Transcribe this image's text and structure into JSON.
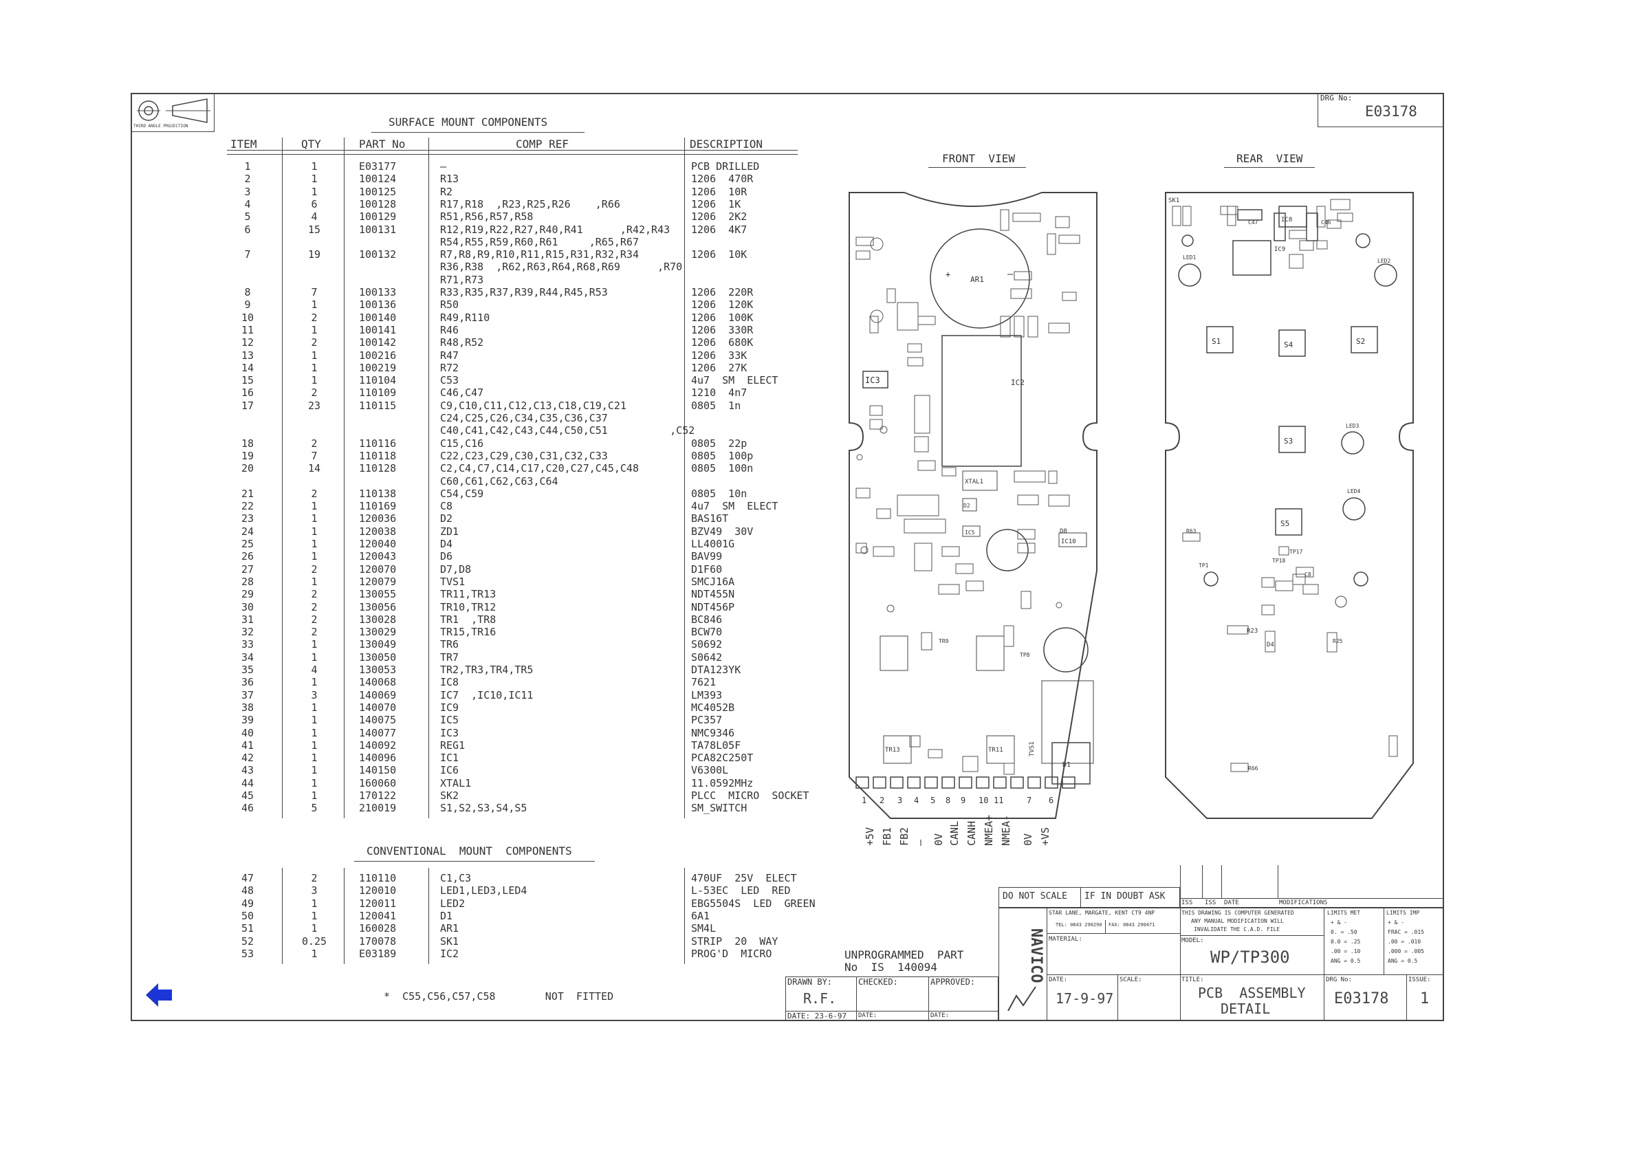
{
  "projection_label": "THIRD ANGLE PROJECTION",
  "drawing_no_label": "DRG No:",
  "drawing_no": "E03178",
  "smt_title": "SURFACE MOUNT COMPONENTS",
  "columns": [
    "ITEM",
    "QTY",
    "PART No",
    "COMP REF",
    "DESCRIPTION"
  ],
  "smt_rows": [
    [
      "1",
      "1",
      "E03177",
      [
        "—"
      ],
      [
        "PCB DRILLED"
      ]
    ],
    [
      "2",
      "1",
      "100124",
      [
        "R13"
      ],
      [
        "1206  470R"
      ]
    ],
    [
      "3",
      "1",
      "100125",
      [
        "R2"
      ],
      [
        "1206  10R"
      ]
    ],
    [
      "4",
      "6",
      "100128",
      [
        "R17,R18  ,R23,R25,R26    ,R66"
      ],
      [
        "1206  1K"
      ]
    ],
    [
      "5",
      "4",
      "100129",
      [
        "R51,R56,R57,R58"
      ],
      [
        "1206  2K2"
      ]
    ],
    [
      "6",
      "15",
      "100131",
      [
        "R12,R19,R22,R27,R40,R41      ,R42,R43",
        "R54,R55,R59,R60,R61     ,R65,R67"
      ],
      [
        "1206  4K7"
      ]
    ],
    [
      "7",
      "19",
      "100132",
      [
        "R7,R8,R9,R10,R11,R15,R31,R32,R34",
        "R36,R38  ,R62,R63,R64,R68,R69      ,R70",
        "R71,R73"
      ],
      [
        "1206  10K"
      ]
    ],
    [
      "8",
      "7",
      "100133",
      [
        "R33,R35,R37,R39,R44,R45,R53"
      ],
      [
        "1206  220R"
      ]
    ],
    [
      "9",
      "1",
      "100136",
      [
        "R50"
      ],
      [
        "1206  120K"
      ]
    ],
    [
      "10",
      "2",
      "100140",
      [
        "R49,R110"
      ],
      [
        "1206  100K"
      ]
    ],
    [
      "11",
      "1",
      "100141",
      [
        "R46"
      ],
      [
        "1206  330R"
      ]
    ],
    [
      "12",
      "2",
      "100142",
      [
        "R48,R52"
      ],
      [
        "1206  680K"
      ]
    ],
    [
      "13",
      "1",
      "100216",
      [
        "R47"
      ],
      [
        "1206  33K"
      ]
    ],
    [
      "14",
      "1",
      "100219",
      [
        "R72"
      ],
      [
        "1206  27K"
      ]
    ],
    [
      "15",
      "1",
      "110104",
      [
        "C53"
      ],
      [
        "4u7  SM  ELECT"
      ]
    ],
    [
      "16",
      "2",
      "110109",
      [
        "C46,C47"
      ],
      [
        "1210  4n7"
      ]
    ],
    [
      "17",
      "23",
      "110115",
      [
        "C9,C10,C11,C12,C13,C18,C19,C21",
        "C24,C25,C26,C34,C35,C36,C37",
        "C40,C41,C42,C43,C44,C50,C51          ,C52"
      ],
      [
        "0805  1n"
      ]
    ],
    [
      "18",
      "2",
      "110116",
      [
        "C15,C16"
      ],
      [
        "0805  22p"
      ]
    ],
    [
      "19",
      "7",
      "110118",
      [
        "C22,C23,C29,C30,C31,C32,C33"
      ],
      [
        "0805  100p"
      ]
    ],
    [
      "20",
      "14",
      "110128",
      [
        "C2,C4,C7,C14,C17,C20,C27,C45,C48",
        "C60,C61,C62,C63,C64"
      ],
      [
        "0805  100n"
      ]
    ],
    [
      "21",
      "2",
      "110138",
      [
        "C54,C59"
      ],
      [
        "0805  10n"
      ]
    ],
    [
      "22",
      "1",
      "110169",
      [
        "C8"
      ],
      [
        "4u7  SM  ELECT"
      ]
    ],
    [
      "23",
      "1",
      "120036",
      [
        "D2"
      ],
      [
        "BAS16T"
      ]
    ],
    [
      "24",
      "1",
      "120038",
      [
        "ZD1"
      ],
      [
        "BZV49  30V"
      ]
    ],
    [
      "25",
      "1",
      "120040",
      [
        "D4"
      ],
      [
        "LL4001G"
      ]
    ],
    [
      "26",
      "1",
      "120043",
      [
        "D6"
      ],
      [
        "BAV99"
      ]
    ],
    [
      "27",
      "2",
      "120070",
      [
        "D7,D8"
      ],
      [
        "D1F60"
      ]
    ],
    [
      "28",
      "1",
      "120079",
      [
        "TVS1"
      ],
      [
        "SMCJ16A"
      ]
    ],
    [
      "29",
      "2",
      "130055",
      [
        "TR11,TR13"
      ],
      [
        "NDT455N"
      ]
    ],
    [
      "30",
      "2",
      "130056",
      [
        "TR10,TR12"
      ],
      [
        "NDT456P"
      ]
    ],
    [
      "31",
      "2",
      "130028",
      [
        "TR1  ,TR8"
      ],
      [
        "BC846"
      ]
    ],
    [
      "32",
      "2",
      "130029",
      [
        "TR15,TR16"
      ],
      [
        "BCW70"
      ]
    ],
    [
      "33",
      "1",
      "130049",
      [
        "TR6"
      ],
      [
        "S0692"
      ]
    ],
    [
      "34",
      "1",
      "130050",
      [
        "TR7"
      ],
      [
        "S0642"
      ]
    ],
    [
      "35",
      "4",
      "130053",
      [
        "TR2,TR3,TR4,TR5"
      ],
      [
        "DTA123YK"
      ]
    ],
    [
      "36",
      "1",
      "140068",
      [
        "IC8"
      ],
      [
        "7621"
      ]
    ],
    [
      "37",
      "3",
      "140069",
      [
        "IC7  ,IC10,IC11"
      ],
      [
        "LM393"
      ]
    ],
    [
      "38",
      "1",
      "140070",
      [
        "IC9"
      ],
      [
        "MC4052B"
      ]
    ],
    [
      "39",
      "1",
      "140075",
      [
        "IC5"
      ],
      [
        "PC357"
      ]
    ],
    [
      "40",
      "1",
      "140077",
      [
        "IC3"
      ],
      [
        "NMC9346"
      ]
    ],
    [
      "41",
      "1",
      "140092",
      [
        "REG1"
      ],
      [
        "TA78L05F"
      ]
    ],
    [
      "42",
      "1",
      "140096",
      [
        "IC1"
      ],
      [
        "PCA82C250T"
      ]
    ],
    [
      "43",
      "1",
      "140150",
      [
        "IC6"
      ],
      [
        "V6300L"
      ]
    ],
    [
      "44",
      "1",
      "160060",
      [
        "XTAL1"
      ],
      [
        "11.0592MHz"
      ]
    ],
    [
      "45",
      "1",
      "170122",
      [
        "SK2"
      ],
      [
        "PLCC  MICRO  SOCKET"
      ]
    ],
    [
      "46",
      "5",
      "210019",
      [
        "S1,S2,S3,S4,S5"
      ],
      [
        "SM_SWITCH"
      ]
    ]
  ],
  "conv_title": "CONVENTIONAL  MOUNT  COMPONENTS",
  "conv_rows": [
    [
      "47",
      "2",
      "110110",
      [
        "C1,C3"
      ],
      [
        "470UF  25V  ELECT"
      ]
    ],
    [
      "48",
      "3",
      "120010",
      [
        "LED1,LED3,LED4"
      ],
      [
        "L-53EC  LED  RED"
      ]
    ],
    [
      "49",
      "1",
      "120011",
      [
        "LED2"
      ],
      [
        "EBG5504S  LED  GREEN"
      ]
    ],
    [
      "50",
      "1",
      "120041",
      [
        "D1"
      ],
      [
        "6A1"
      ]
    ],
    [
      "51",
      "1",
      "160028",
      [
        "AR1"
      ],
      [
        "SM4L"
      ]
    ],
    [
      "52",
      "0.25",
      "170078",
      [
        "SK1"
      ],
      [
        "STRIP  20  WAY"
      ]
    ],
    [
      "53",
      "1",
      "E03189",
      [
        "IC2"
      ],
      [
        "PROG'D  MICRO"
      ]
    ]
  ],
  "footnote": "*  C55,C56,C57,C58        NOT  FITTED",
  "unprogrammed": [
    "UNPROGRAMMED  PART",
    "No  IS  140094"
  ],
  "front_view": "FRONT  VIEW",
  "rear_view": "REAR  VIEW",
  "connector_labels": [
    "+5V",
    "FB1",
    "FB2",
    "–",
    "0V",
    "CANL",
    "CANH",
    "NMEA+",
    "NMEA-",
    "0V",
    "+VS"
  ],
  "pin_numbers": [
    "1",
    "2",
    "3",
    "4",
    "5",
    "8",
    "9",
    "10",
    "11",
    "7",
    "6"
  ],
  "front_labels": {
    "ar1": "AR1",
    "ic2": "IC2",
    "ic3": "IC3",
    "xtal1": "XTAL1",
    "d1": "D1",
    "tr13": "TR13",
    "tr11": "TR11",
    "ic10": "IC10",
    "d8": "D8",
    "tvs1": "TVS1",
    "ic5": "IC5",
    "d2": "D2",
    "tr9": "TR9",
    "tp8": "TP8"
  },
  "rear_labels": {
    "s1": "S1",
    "s2": "S2",
    "s3": "S3",
    "s4": "S4",
    "s5": "S5",
    "led1": "LED1",
    "led2": "LED2",
    "led3": "LED3",
    "led4": "LED4",
    "ic8": "IC8",
    "ic9": "IC9",
    "c46": "C46",
    "c47": "C47",
    "sk1": "SK1",
    "r23": "R23",
    "r25": "R25",
    "r63": "R63",
    "r66": "R66",
    "d4": "D4",
    "tp1": "TP1",
    "tp17": "TP17",
    "tp18": "TP18",
    "c8": "C8"
  },
  "title_block": {
    "do_not_scale": "DO NOT SCALE",
    "if_in_doubt": "IF IN DOUBT ASK",
    "iss": "ISS",
    "date": "DATE",
    "modifications": "MODIFICATIONS",
    "company_address": "STAR LANE, MARGATE, KENT CT9 4NP",
    "tel": "TEL: 0843 290290",
    "fax": "FAX: 0843 290471",
    "computer_gen": "THIS DRAWING IS COMPUTER GENERATED",
    "manual_mod": "ANY MANUAL MODIFICATION WILL",
    "invalidate": "INVALIDATE THE C.A.D. FILE",
    "limits_met": "LIMITS MET",
    "limits_imp": "LIMITS IMP",
    "material": "MATERIAL:",
    "model_label": "MODEL:",
    "model": "WP/TP300",
    "drawn_by_label": "DRAWN BY:",
    "drawn_by": "R.F.",
    "drawn_date": "DATE: 23-6-97",
    "checked": "CHECKED:",
    "approved": "APPROVED:",
    "date_label": "DATE:",
    "date_value": "17-9-97",
    "scale_label": "SCALE:",
    "title_label": "TITLE:",
    "title": [
      "PCB  ASSEMBLY",
      "DETAIL"
    ],
    "drg_label": "DRG No:",
    "drg_no": "E03178",
    "issue_label": "ISSUE:",
    "issue": "1",
    "logo": "NAVICO",
    "tol_met": [
      "+ & -",
      "0. = .50",
      "0.0 = .25",
      ".00 = .10",
      "ANG = 0.5"
    ],
    "tol_imp": [
      "+ & -",
      "FRAC = .015",
      ".00 = .010",
      ".000 = .005",
      "ANG = 0.5"
    ]
  },
  "colors": {
    "arrow": "#1a35d8",
    "line": "#444444"
  },
  "nav_icon": "left-arrow-icon"
}
